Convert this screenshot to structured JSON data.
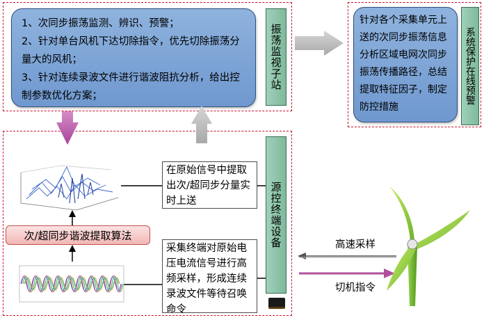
{
  "substation": {
    "title": "振荡监视子站",
    "functions": [
      "1、次同步振荡监测、辨识、预警；",
      "2、针对单台风机下达切除指令，优先切除振荡分量大的风机；",
      "3、针对连续录波文件进行谐波阻抗分析，给出控制参数优化方案；"
    ]
  },
  "system": {
    "title": "系统保护在线预警",
    "description": "针对各个采集单元上送的次同步振荡信息分析区域电网次同步振荡传播路径，总结提取特征因子，制定防控措施"
  },
  "terminal": {
    "title": "源控终端设备",
    "extract_text": "在原始信号中提取出次/超同步分量实时上送",
    "algorithm_label": "次/超同步谐波提取算法",
    "sampling_text": "采集终端对原始电压电流信号进行高频采样，形成连续录波文件等待召唤命令"
  },
  "turbine": {
    "high_speed_sampling": "高速采样",
    "trip_command": "切机指令"
  },
  "colors": {
    "dashed_border": "#c8102e",
    "blue_box": "#7ba3d6",
    "green_box": "#8fc6a9",
    "pink_box": "#f4c7c6",
    "gray_arrow": "#c0c0c0",
    "magenta_arrow": "#b0509a"
  }
}
